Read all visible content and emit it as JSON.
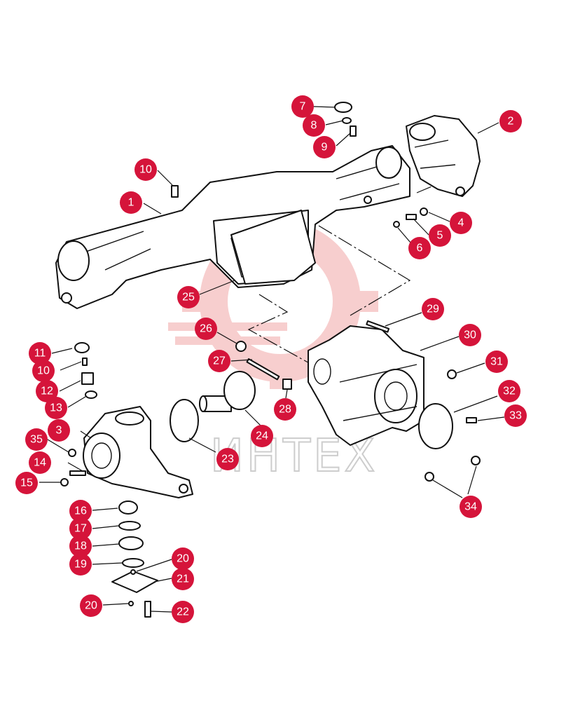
{
  "colors": {
    "badge": "#d5143a",
    "line": "#111111",
    "watermark": "#f5c6c6"
  },
  "watermark": {
    "text": "ИНТЕХ"
  },
  "callouts": [
    "1",
    "2",
    "3",
    "4",
    "5",
    "6",
    "7",
    "8",
    "9",
    "10",
    "10",
    "11",
    "12",
    "13",
    "14",
    "15",
    "16",
    "17",
    "18",
    "19",
    "20",
    "20",
    "21",
    "22",
    "23",
    "24",
    "25",
    "26",
    "27",
    "28",
    "29",
    "30",
    "31",
    "32",
    "33",
    "34",
    "35"
  ]
}
